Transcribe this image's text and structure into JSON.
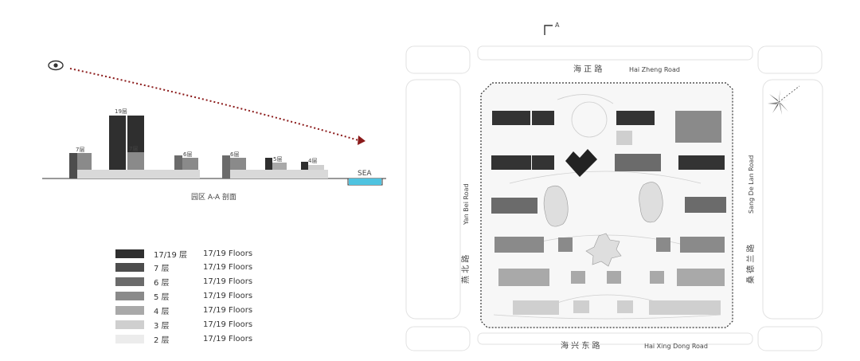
{
  "section": {
    "caption": "园区 A-A 剖面",
    "sea_label": "SEA",
    "building_labels": [
      "7层",
      "19层",
      "7层",
      "6层",
      "6层",
      "5层",
      "4层"
    ]
  },
  "legend": [
    {
      "cn": "17/19 层",
      "en": "17/19 Floors",
      "color": "#2f2f2f"
    },
    {
      "cn": "7 层",
      "en": "17/19 Floors",
      "color": "#4d4d4d"
    },
    {
      "cn": "6 层",
      "en": "17/19 Floors",
      "color": "#6b6b6b"
    },
    {
      "cn": "5 层",
      "en": "17/19 Floors",
      "color": "#8a8a8a"
    },
    {
      "cn": "4 层",
      "en": "17/19 Floors",
      "color": "#a9a9a9"
    },
    {
      "cn": "3 层",
      "en": "17/19 Floors",
      "color": "#cfcfcf"
    },
    {
      "cn": "2 层",
      "en": "17/19 Floors",
      "color": "#ececec"
    }
  ],
  "plan": {
    "section_marker": "A",
    "roads": {
      "north_cn": "海 正 路",
      "north_en": "Hai Zheng Road",
      "south_cn": "海 兴 东 路",
      "south_en": "Hai Xing Dong Road",
      "west_en": "Yan Bei Road",
      "west_cn": "燕 北 路",
      "east_en": "Sang De Lan Road",
      "east_cn": "桑 德 兰 路"
    }
  },
  "colors": {
    "sea": "#4fc3e0",
    "sightline": "#8b1a1a"
  }
}
